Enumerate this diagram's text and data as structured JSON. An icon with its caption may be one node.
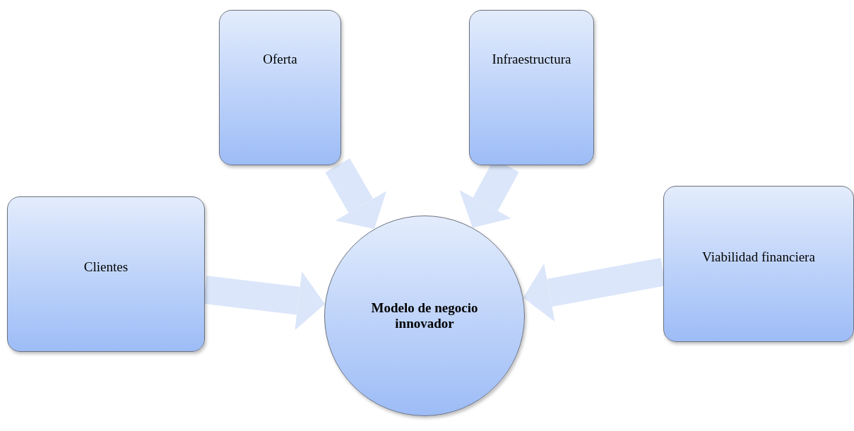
{
  "diagram": {
    "nodes": [
      {
        "text": [
          "Oferta"
        ]
      },
      {
        "text": [
          "Infraestructura"
        ]
      },
      {
        "text": [
          "Clientes"
        ]
      },
      {
        "text": [
          "Viabilidad financiera"
        ]
      },
      {
        "text": [
          "Modelo de negocio innovador"
        ]
      }
    ],
    "edges": [
      {
        "from": 2,
        "to": 4,
        "arrow": "to"
      },
      {
        "from": 0,
        "to": 4,
        "arrow": "to"
      },
      {
        "from": 1,
        "to": 4,
        "arrow": "to"
      },
      {
        "from": 3,
        "to": 4,
        "arrow": "to"
      }
    ]
  }
}
